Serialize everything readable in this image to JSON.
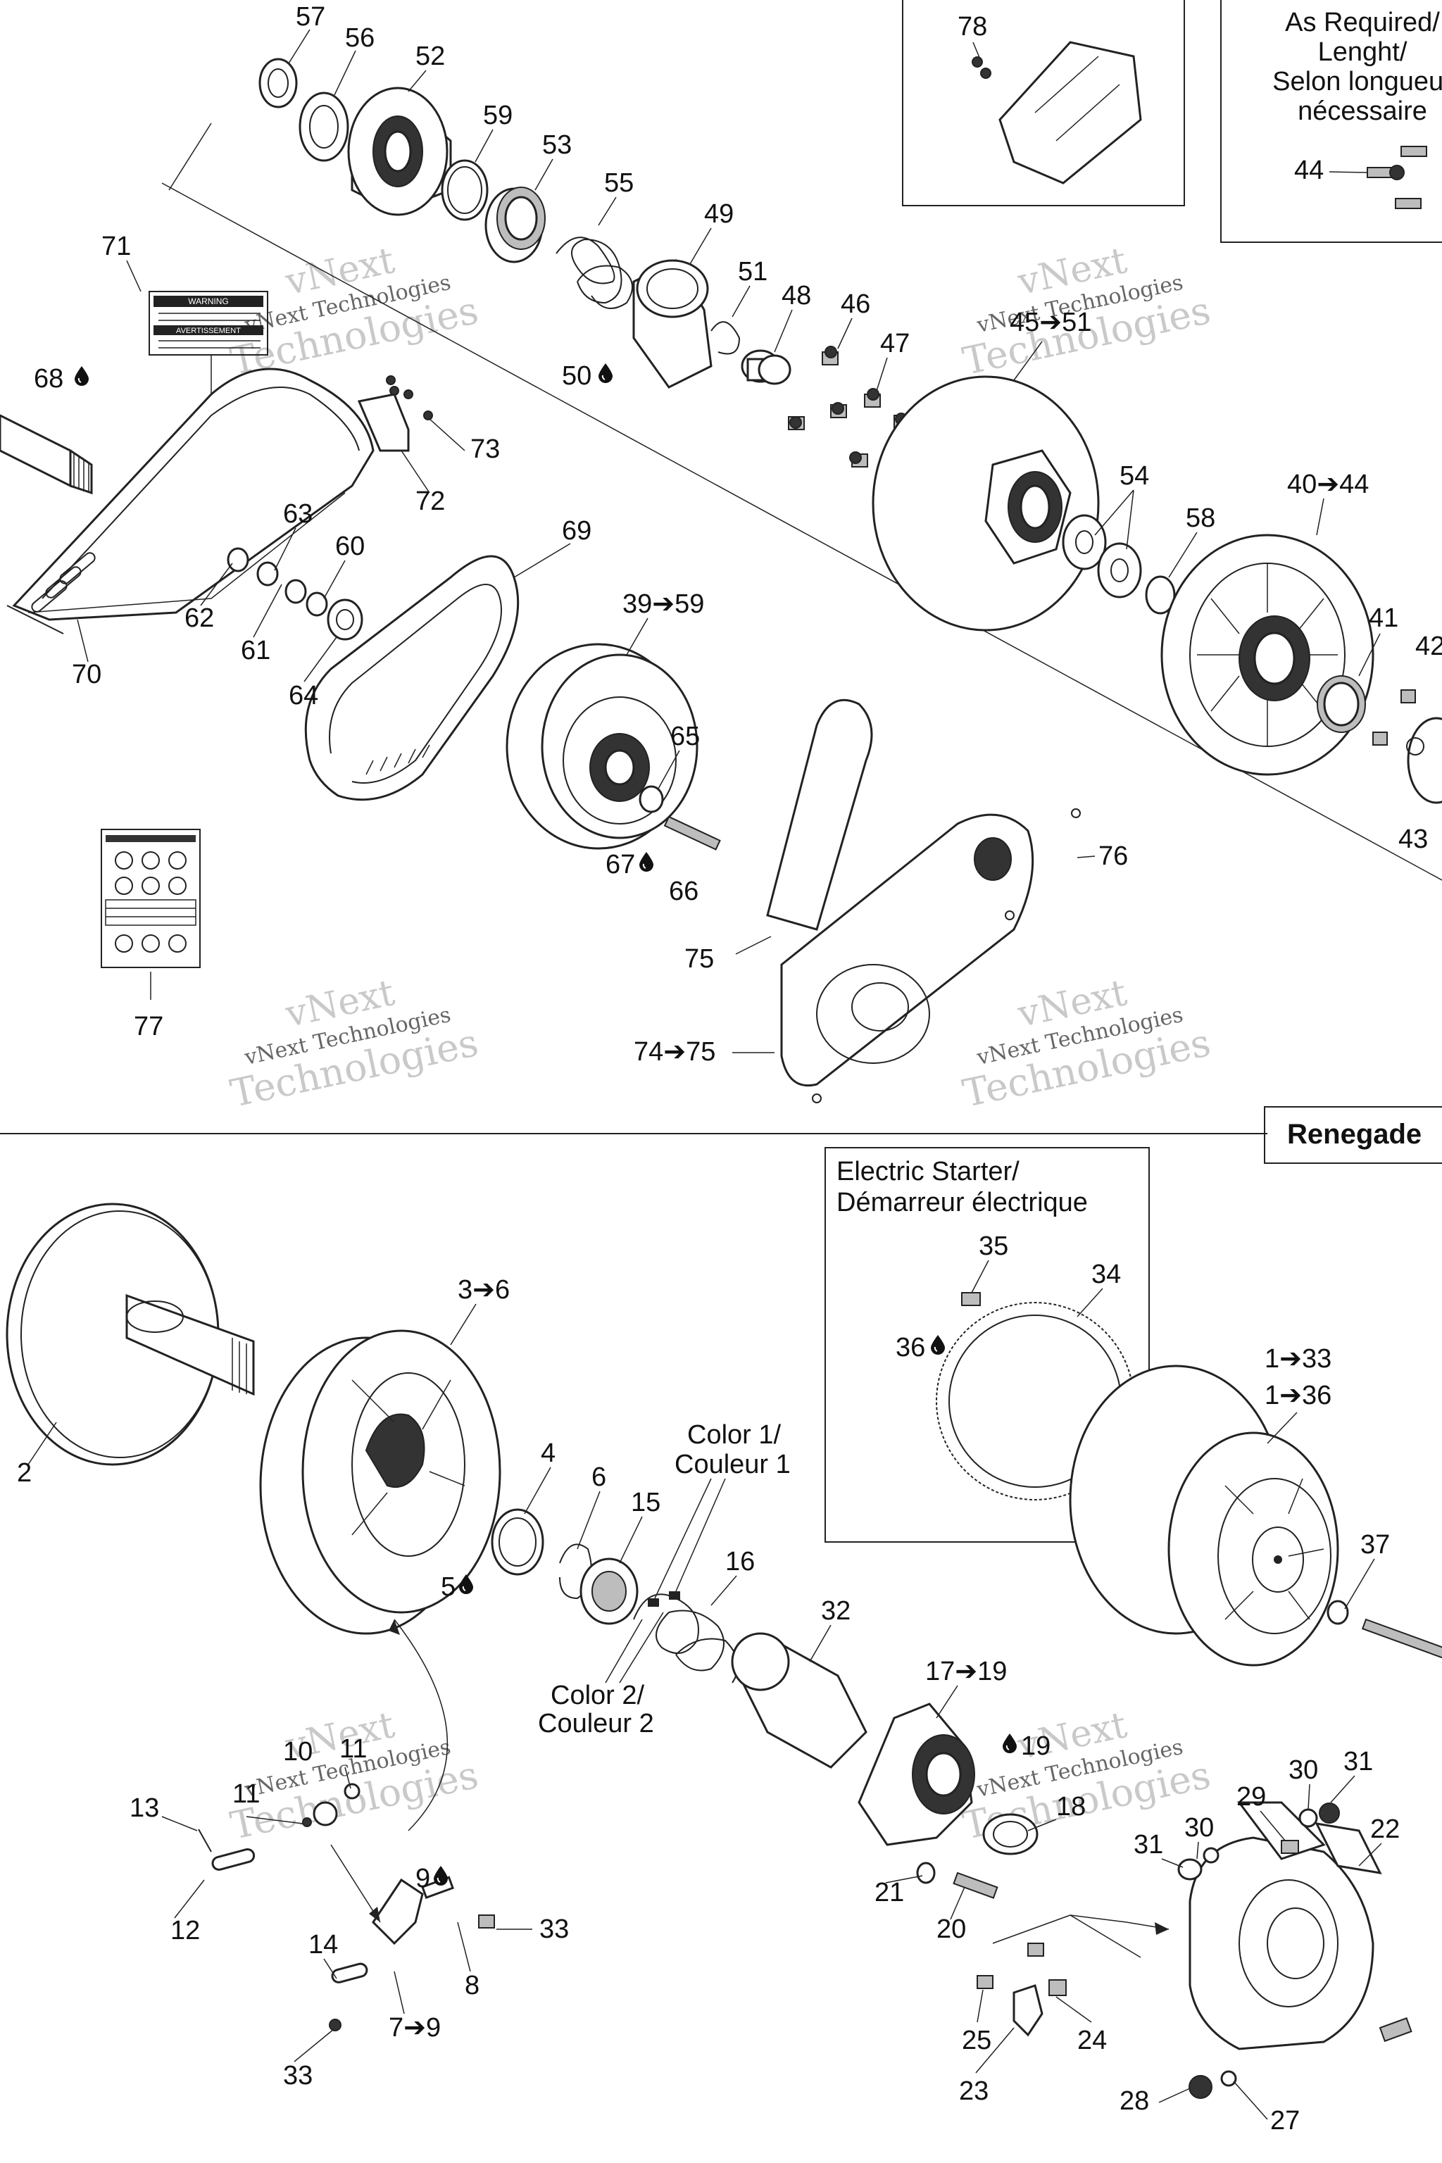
{
  "diagram": {
    "labels": {
      "l57": "57",
      "l56": "56",
      "l52": "52",
      "l59": "59",
      "l53": "53",
      "l55": "55",
      "l49": "49",
      "l51": "51",
      "l48": "48",
      "l46": "46",
      "l47": "47",
      "l50": "50",
      "l71": "71",
      "l68": "68",
      "l73": "73",
      "l72": "72",
      "l4551": "45➔51",
      "l54": "54",
      "l4044": "40➔44",
      "l58": "58",
      "l41": "41",
      "l42": "42",
      "l43": "43",
      "l69": "69",
      "l63": "63",
      "l60": "60",
      "l62": "62",
      "l61": "61",
      "l64": "64",
      "l70": "70",
      "l3959": "39➔59",
      "l65": "65",
      "l67": "67",
      "l66": "66",
      "l76": "76",
      "l75": "75",
      "l7475": "74➔75",
      "l77": "77",
      "l78": "78",
      "l44": "44",
      "l36h": "3➔6",
      "l2": "2",
      "l4": "4",
      "l6": "6",
      "l15": "15",
      "l16": "16",
      "l5": "5",
      "l32": "32",
      "l1719": "17➔19",
      "l19": "19",
      "l18": "18",
      "l10": "10",
      "l11a": "11",
      "l11b": "11",
      "l13": "13",
      "l12": "12",
      "l9": "9",
      "l33a": "33",
      "l8": "8",
      "l14": "14",
      "l79": "7➔9",
      "l33b": "33",
      "l21": "21",
      "l20": "20",
      "l35": "35",
      "l34": "34",
      "l36": "36",
      "l133": "1➔33",
      "l136": "1➔36",
      "l37": "37",
      "l30a": "30",
      "l31a": "31",
      "l29": "29",
      "l30b": "30",
      "l31b": "31",
      "l22": "22",
      "l25": "25",
      "l24": "24",
      "l23": "23",
      "l28": "28",
      "l27": "27"
    },
    "boxes": {
      "as_required": [
        "As Required/",
        "Lenght/",
        "Selon longueur",
        "nécessaire"
      ],
      "electric_starter": [
        "Electric Starter/",
        "Démarreur électrique"
      ],
      "renegade": "Renegade"
    },
    "color_notes": {
      "color1": [
        "Color 1/",
        "Couleur 1"
      ],
      "color2": [
        "Color 2/",
        "Couleur 2"
      ]
    },
    "watermarks": [
      {
        "a": "vNext",
        "b": "vNext Technologies",
        "c": "Technologies"
      },
      {
        "a": "vNext",
        "b": "vNext Technologies",
        "c": "Technologies"
      },
      {
        "a": "vNext",
        "b": "vNext Technologies",
        "c": "Technologies"
      },
      {
        "a": "vNext",
        "b": "vNext Technologies",
        "c": "Technologies"
      },
      {
        "a": "vNext",
        "b": "vNext Technologies",
        "c": "Technologies"
      },
      {
        "a": "vNext",
        "b": "vNext Technologies",
        "c": "Technologies"
      }
    ],
    "decals": {
      "warning_title": "WARNING",
      "warning_title_fr": "AVERTISSEMENT"
    },
    "icons": {
      "lubricant": "oil-drop-icon",
      "arrow": "right-arrow-glyph"
    },
    "colors": {
      "ink": "#111111",
      "watermark": "#c9c9c9"
    }
  }
}
